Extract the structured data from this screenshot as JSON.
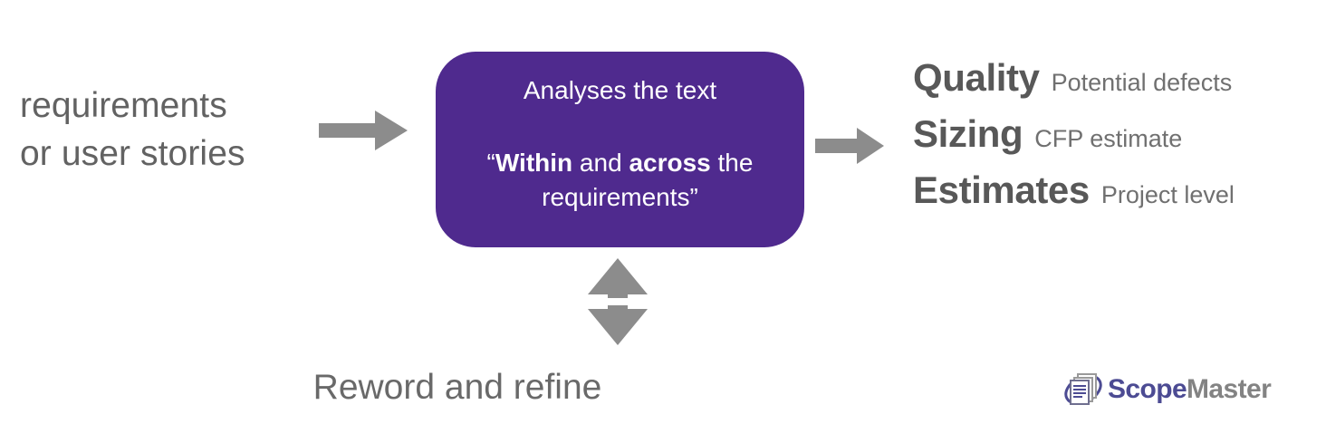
{
  "diagram": {
    "input": {
      "line1": "requirements",
      "line2": "or user stories"
    },
    "process": {
      "title": "Analyses the text",
      "quote_open": "“",
      "quote_bold1": "Within",
      "quote_mid": " and ",
      "quote_bold2": "across",
      "quote_tail": " the requirements”",
      "box_color": "#4F2A8E"
    },
    "feedback": {
      "label": "Reword and refine"
    },
    "arrows": {
      "input_arrow": "arrow-right-icon",
      "output_arrow": "arrow-right-icon",
      "feedback_arrow": "arrow-up-down-icon",
      "color": "#8C8C8C"
    },
    "outputs": [
      {
        "title": "Quality",
        "desc": "Potential defects"
      },
      {
        "title": "Sizing",
        "desc": "CFP estimate"
      },
      {
        "title": "Estimates",
        "desc": "Project level"
      }
    ],
    "logo": {
      "icon": "documents-icon",
      "word_primary": "Scope",
      "word_secondary": "Master",
      "primary_color": "#4C4B93",
      "secondary_color": "#838383"
    }
  }
}
